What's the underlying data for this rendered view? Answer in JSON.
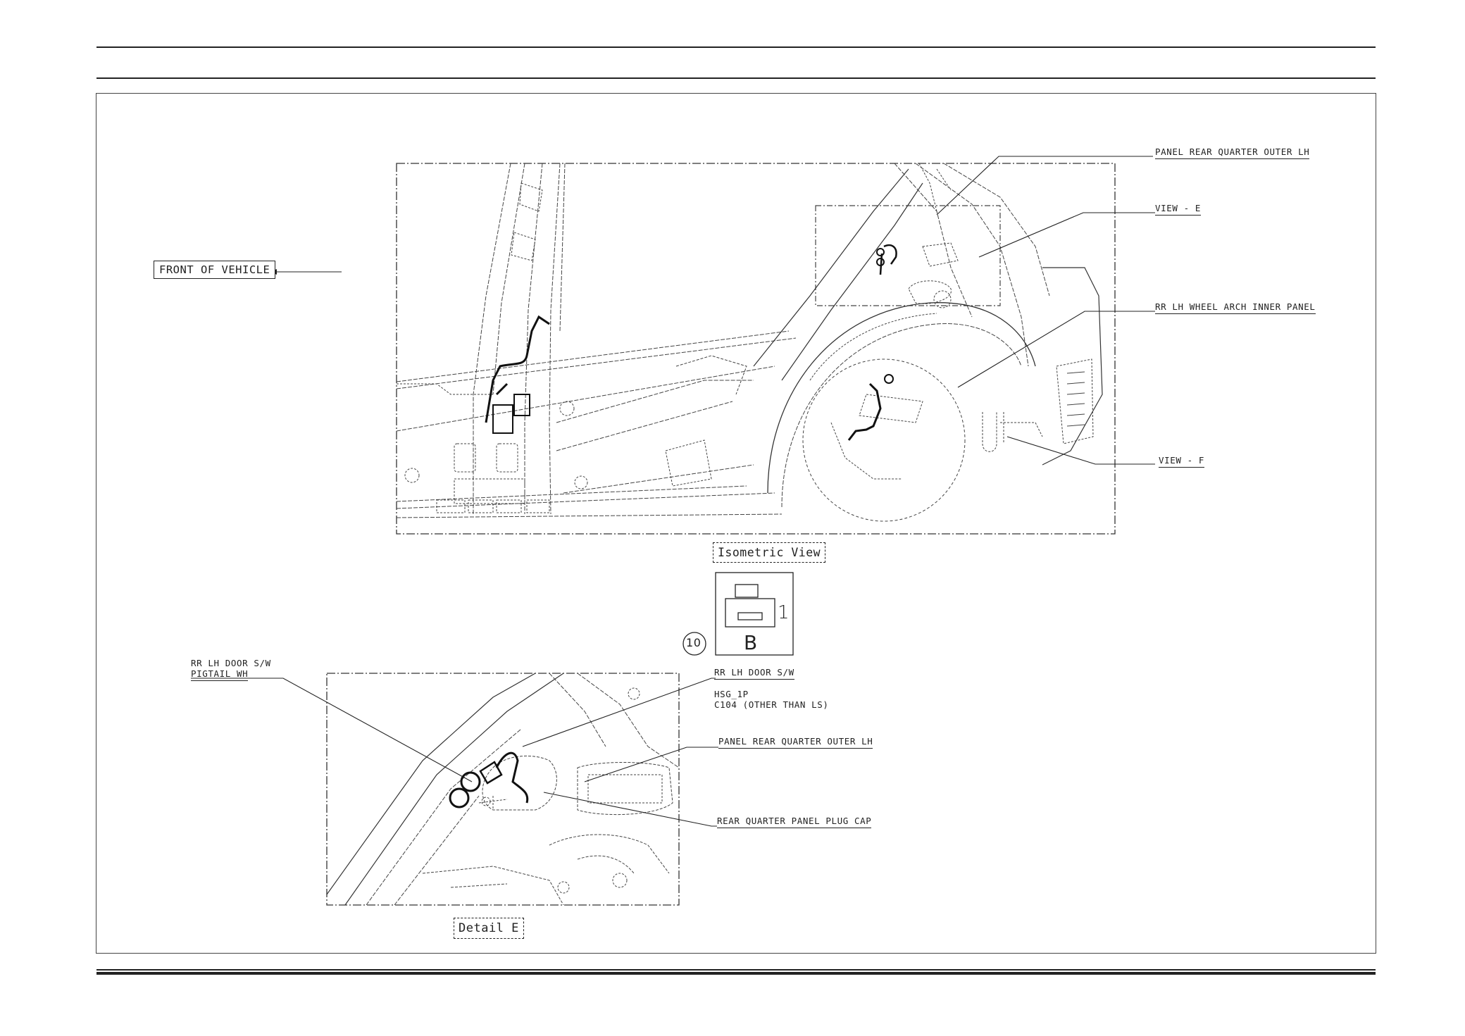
{
  "front_label": "FRONT OF VEHICLE",
  "isometric": {
    "title": "Isometric View",
    "callouts": {
      "panel_rear_quarter": "PANEL REAR QUARTER OUTER LH",
      "view_e": "VIEW - E",
      "wheel_arch": "RR LH WHEEL ARCH INNER PANEL",
      "view_f": "VIEW - F"
    }
  },
  "connector": {
    "number": "10",
    "pin": "1",
    "letter": "B"
  },
  "detail": {
    "title": "Detail E",
    "callouts": {
      "door_sw_pigtail_line1": "RR LH DOOR S/W",
      "door_sw_pigtail_line2": "PIGTAIL WH",
      "door_sw": "RR LH DOOR S/W",
      "hsg": "HSG_1P",
      "c104": "C104 (OTHER THAN LS)",
      "panel_rear_quarter": "PANEL REAR QUARTER OUTER LH",
      "plug_cap": "REAR QUARTER PANEL PLUG CAP"
    }
  }
}
